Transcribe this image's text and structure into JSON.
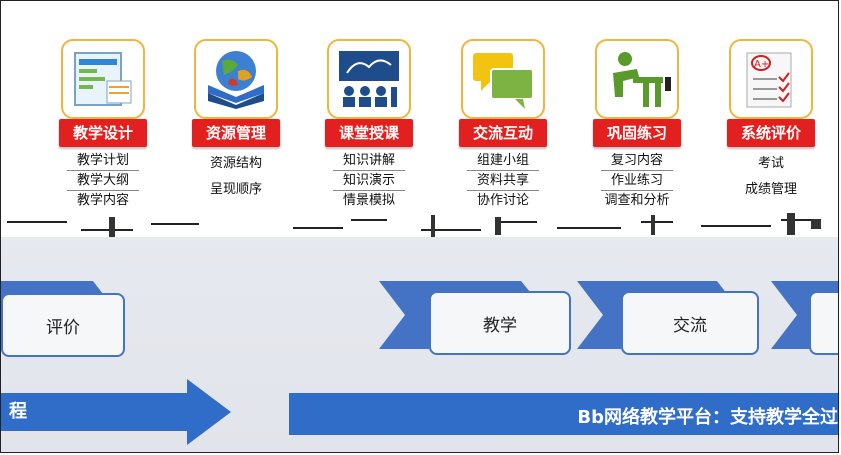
{
  "modules": [
    {
      "title": "教学设计",
      "items": [
        "教学计划",
        "教学大纲",
        "教学内容"
      ]
    },
    {
      "title": "资源管理",
      "items": [
        "资源结构",
        "呈现顺序"
      ]
    },
    {
      "title": "课堂授课",
      "items": [
        "知识讲解",
        "知识演示",
        "情景模拟"
      ]
    },
    {
      "title": "交流互动",
      "items": [
        "组建小组",
        "资料共享",
        "协作讨论"
      ]
    },
    {
      "title": "巩固练习",
      "items": [
        "复习内容",
        "作业练习",
        "调查和分析"
      ]
    },
    {
      "title": "系统评价",
      "items": [
        "考试",
        "成绩管理"
      ]
    }
  ],
  "flow": {
    "evaluate": "评价",
    "teaching": "教学",
    "exchange": "交流"
  },
  "process": {
    "label": "程",
    "platform": "Bb网络教学平台：支持教学全过"
  },
  "colors": {
    "title_red": "#e2201f",
    "border_gold": "#f0b63a",
    "arrow_blue": "#4472c4",
    "bar_blue": "#2f6dc8"
  }
}
